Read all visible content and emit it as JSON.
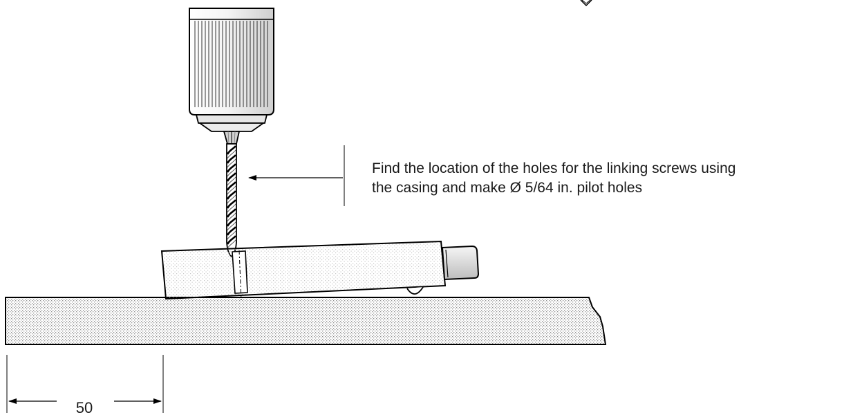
{
  "annotation": {
    "line1": "Find the location of the holes for the linking screws using",
    "line2": "the casing and make Ø 5/64 in. pilot holes"
  },
  "dimension": {
    "value": "50"
  },
  "colors": {
    "stroke": "#000000",
    "stipple": "#9a9a9a",
    "stipple_light": "#bdbdbd",
    "chuck_shade": "#d8d8d8"
  }
}
